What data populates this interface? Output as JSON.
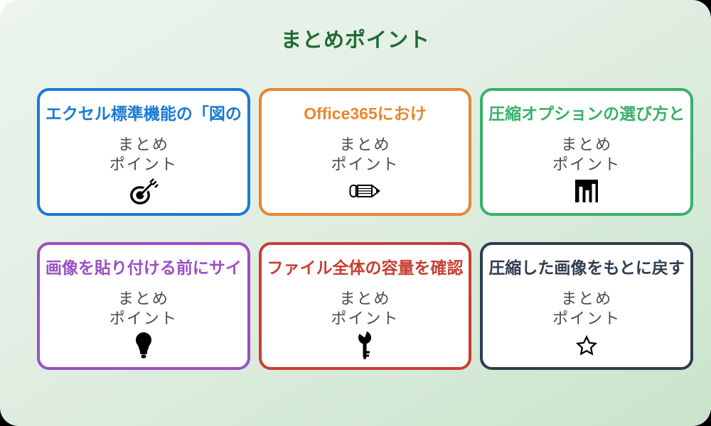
{
  "page": {
    "title": "まとめポイント",
    "title_color": "#1f6b33",
    "background_top_color": "#ecf5ed",
    "background_bottom_color": "#c9e4cb",
    "card_background_color": "#ffffff",
    "body_text_color": "#4b4b4b"
  },
  "cards": [
    {
      "title": "エクセル標準機能の「図の",
      "color": "#1a7ad4",
      "line1": "まとめ",
      "line2": "ポイント",
      "icon": "dart-target-icon"
    },
    {
      "title": "Office365におけ",
      "color": "#e9862f",
      "line1": "まとめ",
      "line2": "ポイント",
      "icon": "pencil-icon"
    },
    {
      "title": "圧縮オプションの選び方と",
      "color": "#38b169",
      "line1": "まとめ",
      "line2": "ポイント",
      "icon": "bar-chart-icon"
    },
    {
      "title": "画像を貼り付ける前にサイ",
      "color": "#9b4fc3",
      "line1": "まとめ",
      "line2": "ポイント",
      "icon": "lightbulb-icon"
    },
    {
      "title": "ファイル全体の容量を確認",
      "color": "#c73e31",
      "line1": "まとめ",
      "line2": "ポイント",
      "icon": "key-icon"
    },
    {
      "title": "圧縮した画像をもとに戻す",
      "color": "#2e3d4f",
      "line1": "まとめ",
      "line2": "ポイント",
      "icon": "star-icon"
    }
  ]
}
